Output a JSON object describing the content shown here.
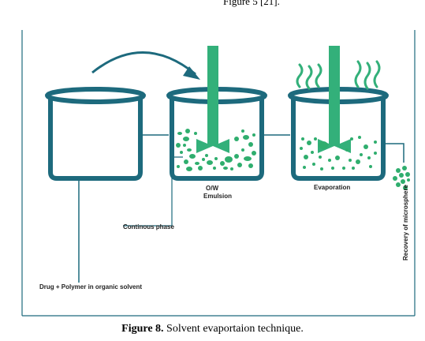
{
  "header_fragment": "Figure 5 [21].",
  "labels": {
    "emulsion_line1": "O/W",
    "emulsion_line2": "Emulsion",
    "evaporation": "Evaporation",
    "recovery": "Recovery of microsphere",
    "continuous_phase": "Continous phase",
    "drug_polymer": "Drug + Polymer in organic solvent"
  },
  "caption": {
    "figure_label": "Figure 8.",
    "text": " Solvent evaportaion technique."
  },
  "colors": {
    "beaker": "#1d6a7d",
    "droplet": "#2fae6e",
    "stirrer": "#33b07a"
  }
}
